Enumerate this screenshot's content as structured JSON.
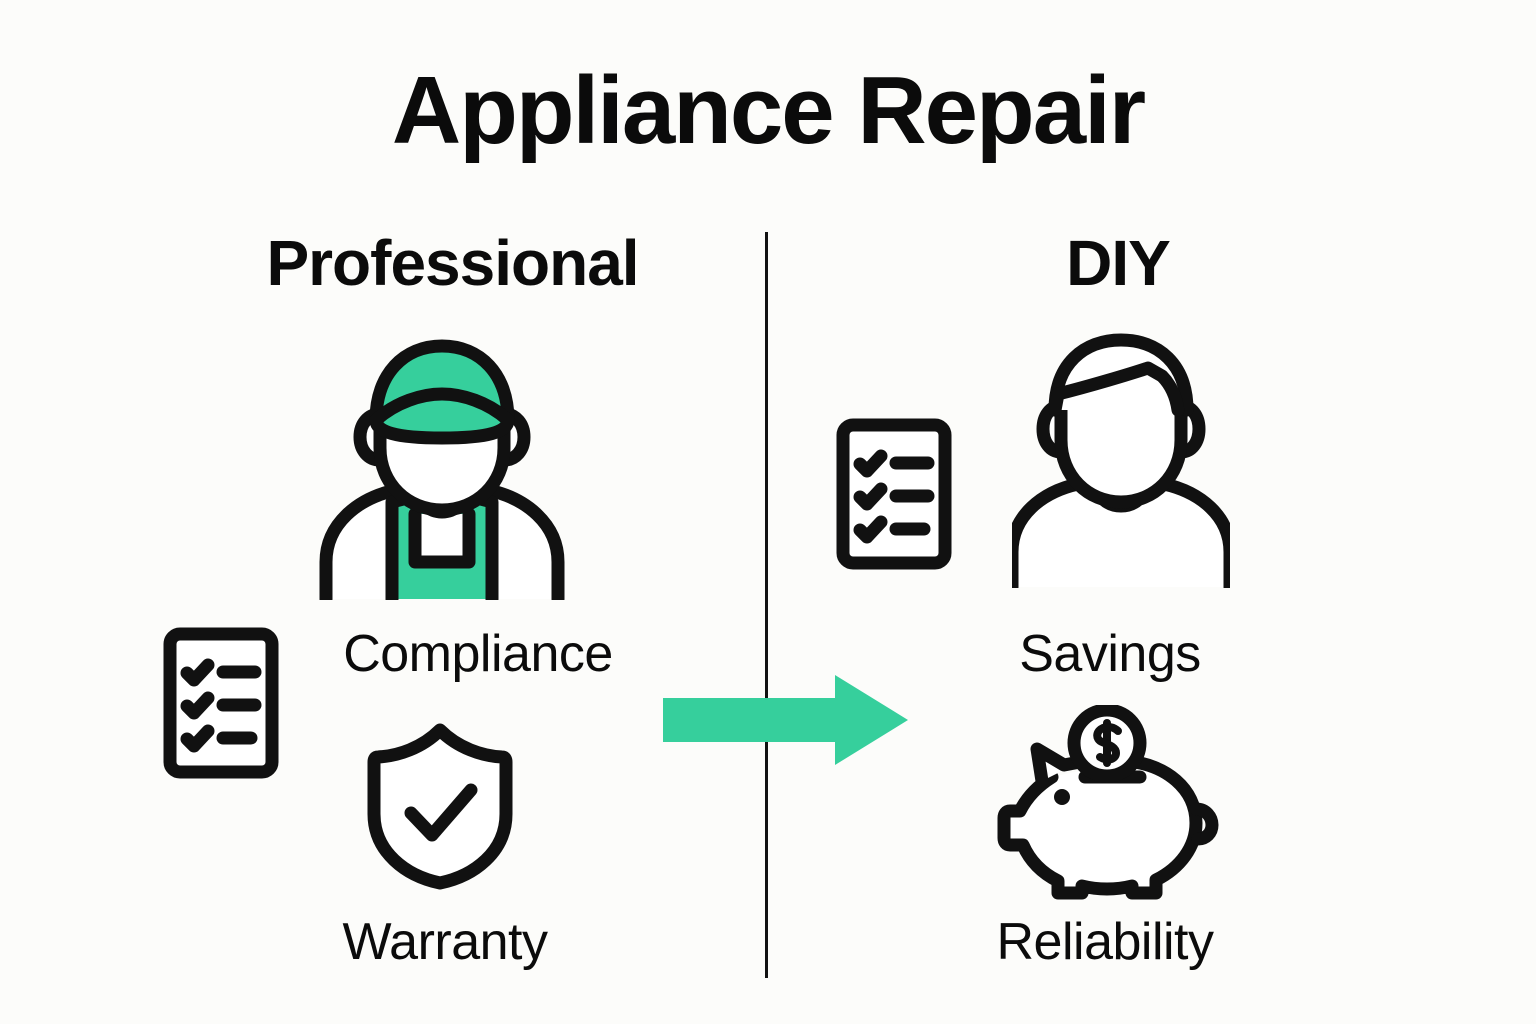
{
  "page": {
    "title": "Appliance Repair",
    "background_color": "#fcfcfa",
    "ink_color": "#0b0b0b",
    "accent_color": "#36cf9c"
  },
  "columns": {
    "left": {
      "heading": "Professional",
      "person_icon": "technician-with-cap-icon",
      "features": [
        {
          "label": "Compliance",
          "icon": "checklist-clipboard-icon"
        },
        {
          "label": "Warranty",
          "icon": "shield-check-icon"
        }
      ]
    },
    "right": {
      "heading": "DIY",
      "person_icon": "person-head-icon",
      "features": [
        {
          "label": "Savings",
          "icon": "checklist-clipboard-icon"
        },
        {
          "label": "Reliability",
          "icon": "piggy-bank-icon"
        }
      ]
    }
  },
  "divider": {
    "icon": "vertical-divider-line",
    "color": "#121212"
  },
  "arrow": {
    "icon": "right-arrow-icon",
    "direction": "right",
    "color": "#36cf9c"
  }
}
